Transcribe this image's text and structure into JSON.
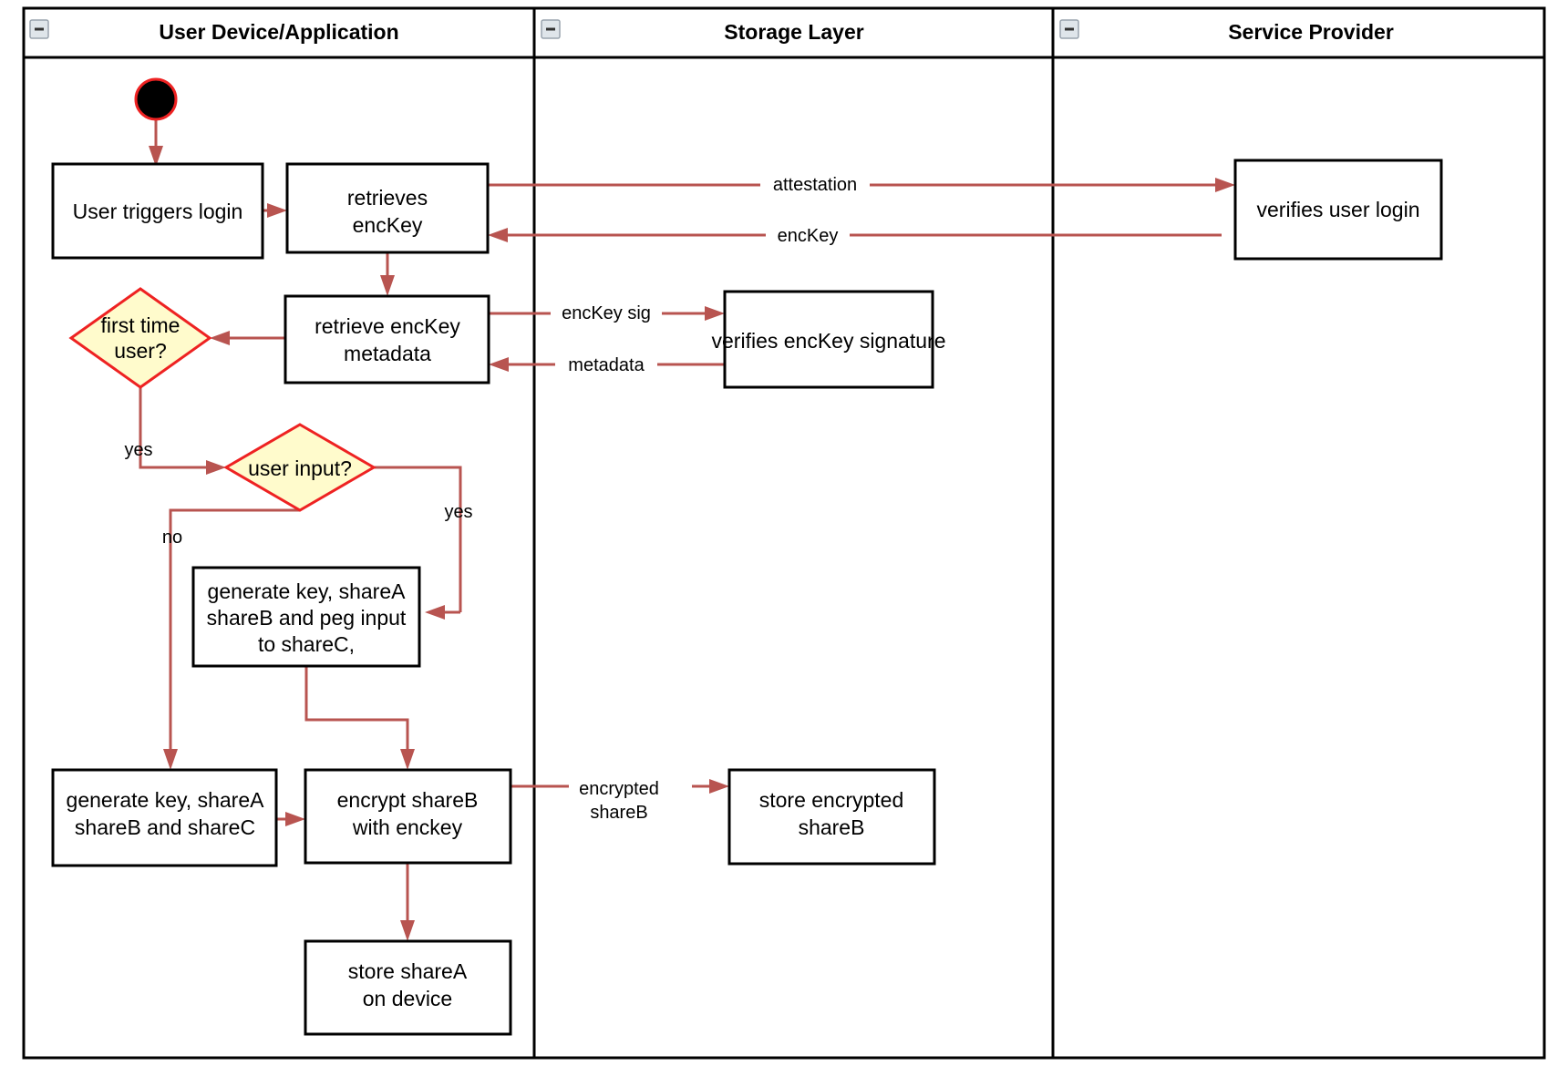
{
  "diagram": {
    "type": "uml-activity-swimlane",
    "title_visible": false,
    "colors": {
      "flow_arrow": "#b85450",
      "decision_fill": "#fffbcc",
      "decision_stroke": "#ee2222",
      "node_stroke": "#000000",
      "node_fill": "#ffffff",
      "lane_stroke": "#000000",
      "start_node_fill": "#000000",
      "start_node_stroke": "#ee2222"
    }
  },
  "lanes": [
    {
      "id": "user-device",
      "title": "User Device/Application",
      "collapse_icon": "minus-box-icon"
    },
    {
      "id": "storage-layer",
      "title": "Storage Layer",
      "collapse_icon": "minus-box-icon"
    },
    {
      "id": "service-provider",
      "title": "Service Provider",
      "collapse_icon": "minus-box-icon"
    }
  ],
  "nodes": {
    "start": {
      "name": "start-node",
      "shape": "initial-node",
      "label": ""
    },
    "user_triggers_login": {
      "name": "user-triggers-login",
      "shape": "activity",
      "lines": [
        "User triggers login"
      ]
    },
    "retrieves_enckey": {
      "name": "retrieves-enckey",
      "shape": "activity",
      "lines": [
        "retrieves",
        "encKey"
      ]
    },
    "retrieve_enckey_metadata": {
      "name": "retrieve-enckey-metadata",
      "shape": "activity",
      "lines": [
        "retrieve encKey",
        "metadata"
      ]
    },
    "first_time_user": {
      "name": "first-time-user-decision",
      "shape": "decision",
      "lines": [
        "first time",
        "user?"
      ]
    },
    "user_input": {
      "name": "user-input-decision",
      "shape": "decision",
      "lines": [
        "user input?"
      ]
    },
    "generate_peg": {
      "name": "generate-key-peg-input",
      "shape": "activity",
      "lines": [
        "generate key, shareA",
        "shareB and peg input",
        "to shareC,"
      ]
    },
    "generate_abc": {
      "name": "generate-key-shares-abc",
      "shape": "activity",
      "lines": [
        "generate key, shareA",
        "shareB and shareC"
      ]
    },
    "encrypt_shareb": {
      "name": "encrypt-shareb-with-enckey",
      "shape": "activity",
      "lines": [
        "encrypt shareB",
        "with enckey"
      ]
    },
    "store_sharea": {
      "name": "store-sharea-on-device",
      "shape": "activity",
      "lines": [
        "store shareA",
        "on device"
      ]
    },
    "verifies_sig": {
      "name": "verifies-enckey-signature",
      "shape": "activity",
      "lines": [
        "verifies encKey signature"
      ]
    },
    "store_encrypted_shareb": {
      "name": "store-encrypted-shareb",
      "shape": "activity",
      "lines": [
        "store encrypted",
        "shareB"
      ]
    },
    "verifies_user_login": {
      "name": "verifies-user-login",
      "shape": "activity",
      "lines": [
        "verifies user login"
      ]
    }
  },
  "edge_labels": {
    "attestation": "attestation",
    "enckey": "encKey",
    "enckey_sig": "encKey sig",
    "metadata": "metadata",
    "yes_first_time": "yes",
    "yes_user_input": "yes",
    "no_user_input": "no",
    "encrypted_shareb_l1": "encrypted",
    "encrypted_shareb_l2": "shareB"
  }
}
